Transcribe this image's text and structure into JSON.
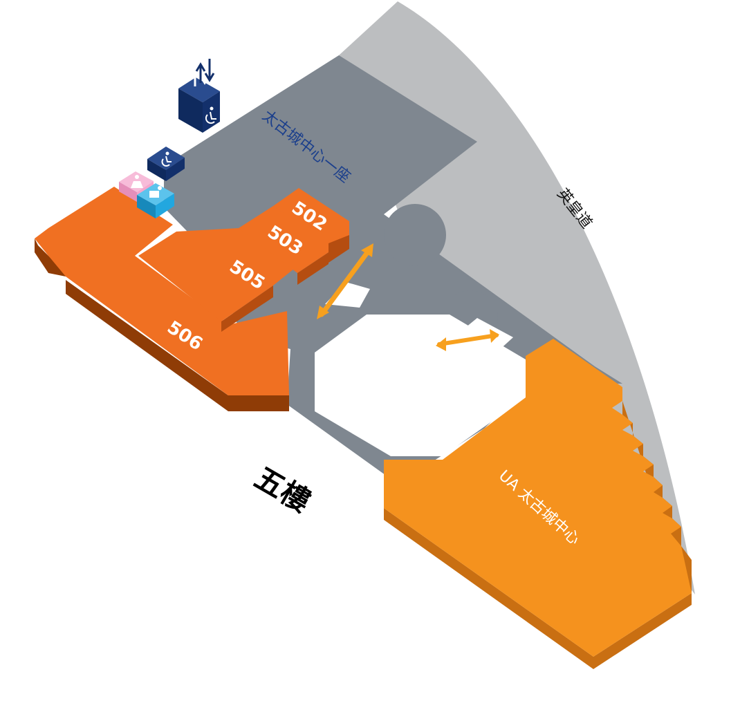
{
  "floor_label": "五樓",
  "road_label": "英皇道",
  "building_label": "太古城中心一座",
  "cinema_label": "UA 太古城中心",
  "units": [
    {
      "id": "502",
      "label": "502"
    },
    {
      "id": "503",
      "label": "503"
    },
    {
      "id": "505",
      "label": "505"
    },
    {
      "id": "506",
      "label": "506"
    }
  ],
  "facility_icons": [
    "accessible-lift-icon",
    "accessible-toilet-icon",
    "female-toilet-icon",
    "male-toilet-icon",
    "escalator-icon"
  ],
  "colors": {
    "shop_orange": "#f07022",
    "shop_orange_side": "#b54d10",
    "cinema_orange": "#f5921e",
    "cinema_orange_side": "#c96f12",
    "corridor_gray": "#7f8790",
    "road_gray": "#bcbec0",
    "lift_navy": "#13306b",
    "female_pink": "#f4a6cc",
    "male_blue": "#22a7df",
    "escalator_orange": "#f7a01e",
    "building_text_blue": "#1b3f8c"
  }
}
